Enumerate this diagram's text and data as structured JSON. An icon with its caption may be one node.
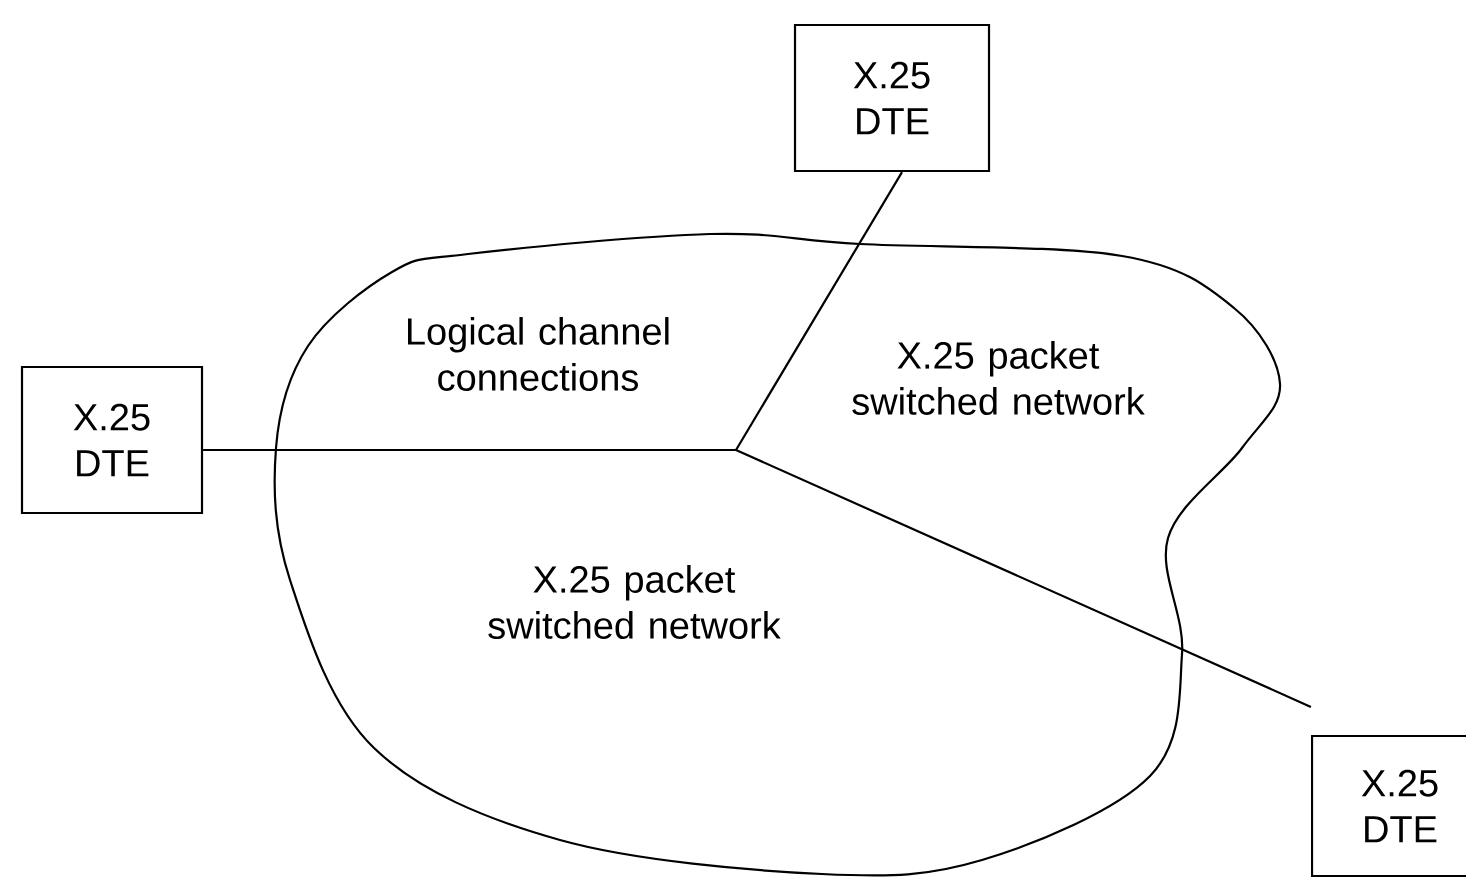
{
  "diagram": {
    "nodes": [
      {
        "text": [
          "X.25 DTE"
        ]
      },
      {
        "text": [
          "Logical channel connections",
          "X.25 packet switched network",
          "X.25 packet switched network"
        ]
      },
      {
        "text": [
          "X.25 DTE"
        ]
      },
      {
        "text": [
          "X.25 DTE"
        ]
      }
    ],
    "edges": [
      {
        "from": 0,
        "to": 1,
        "arrow": "none"
      },
      {
        "from": 2,
        "to": 1,
        "arrow": "none"
      },
      {
        "from": 3,
        "to": 1,
        "arrow": "none"
      }
    ]
  }
}
